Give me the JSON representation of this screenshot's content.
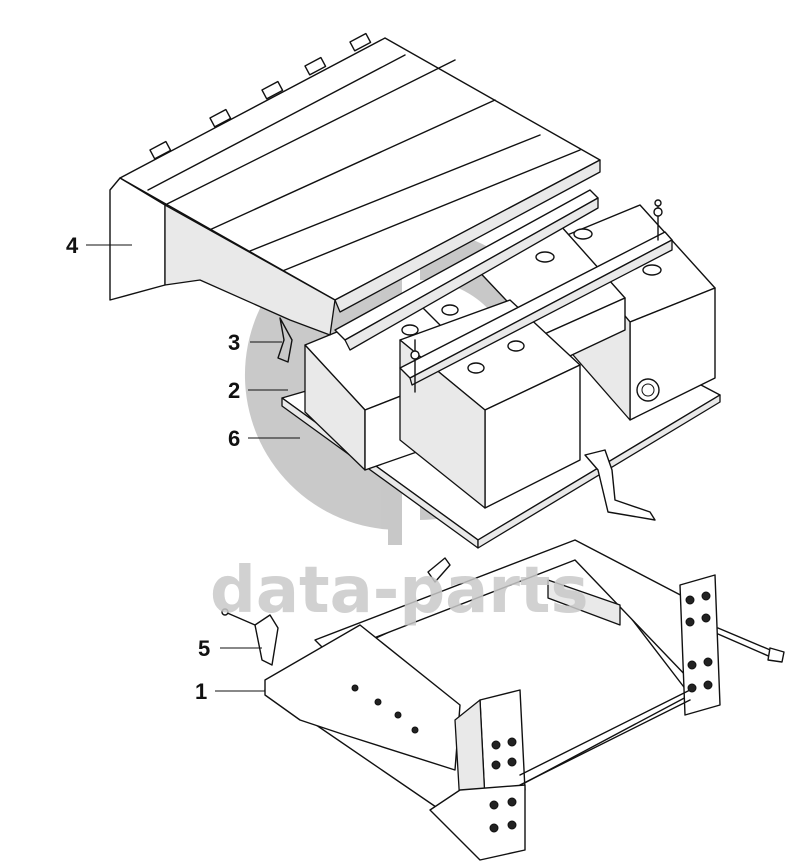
{
  "watermark": {
    "text": "data-parts",
    "color": "#c9c9c9"
  },
  "callouts": [
    {
      "id": "4",
      "label": "4"
    },
    {
      "id": "3",
      "label": "3"
    },
    {
      "id": "2",
      "label": "2"
    },
    {
      "id": "6",
      "label": "6"
    },
    {
      "id": "5",
      "label": "5"
    },
    {
      "id": "1",
      "label": "1"
    }
  ]
}
